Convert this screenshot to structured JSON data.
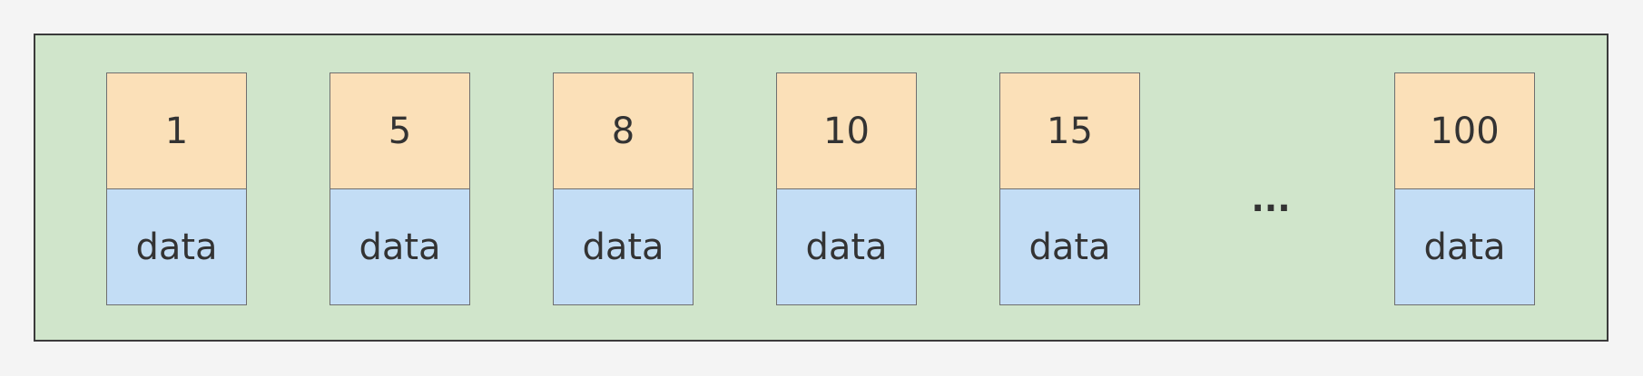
{
  "records": [
    {
      "key": "1",
      "value": "data"
    },
    {
      "key": "5",
      "value": "data"
    },
    {
      "key": "8",
      "value": "data"
    },
    {
      "key": "10",
      "value": "data"
    },
    {
      "key": "15",
      "value": "data"
    },
    {
      "key": "100",
      "value": "data"
    }
  ],
  "ellipsis": "...",
  "colors": {
    "page_background": "#f4f4f4",
    "container_background": "#d0e5cb",
    "container_border": "#3b3b3b",
    "key_cell": "#fbe0b8",
    "data_cell": "#c3ddf5",
    "text": "#333333"
  }
}
